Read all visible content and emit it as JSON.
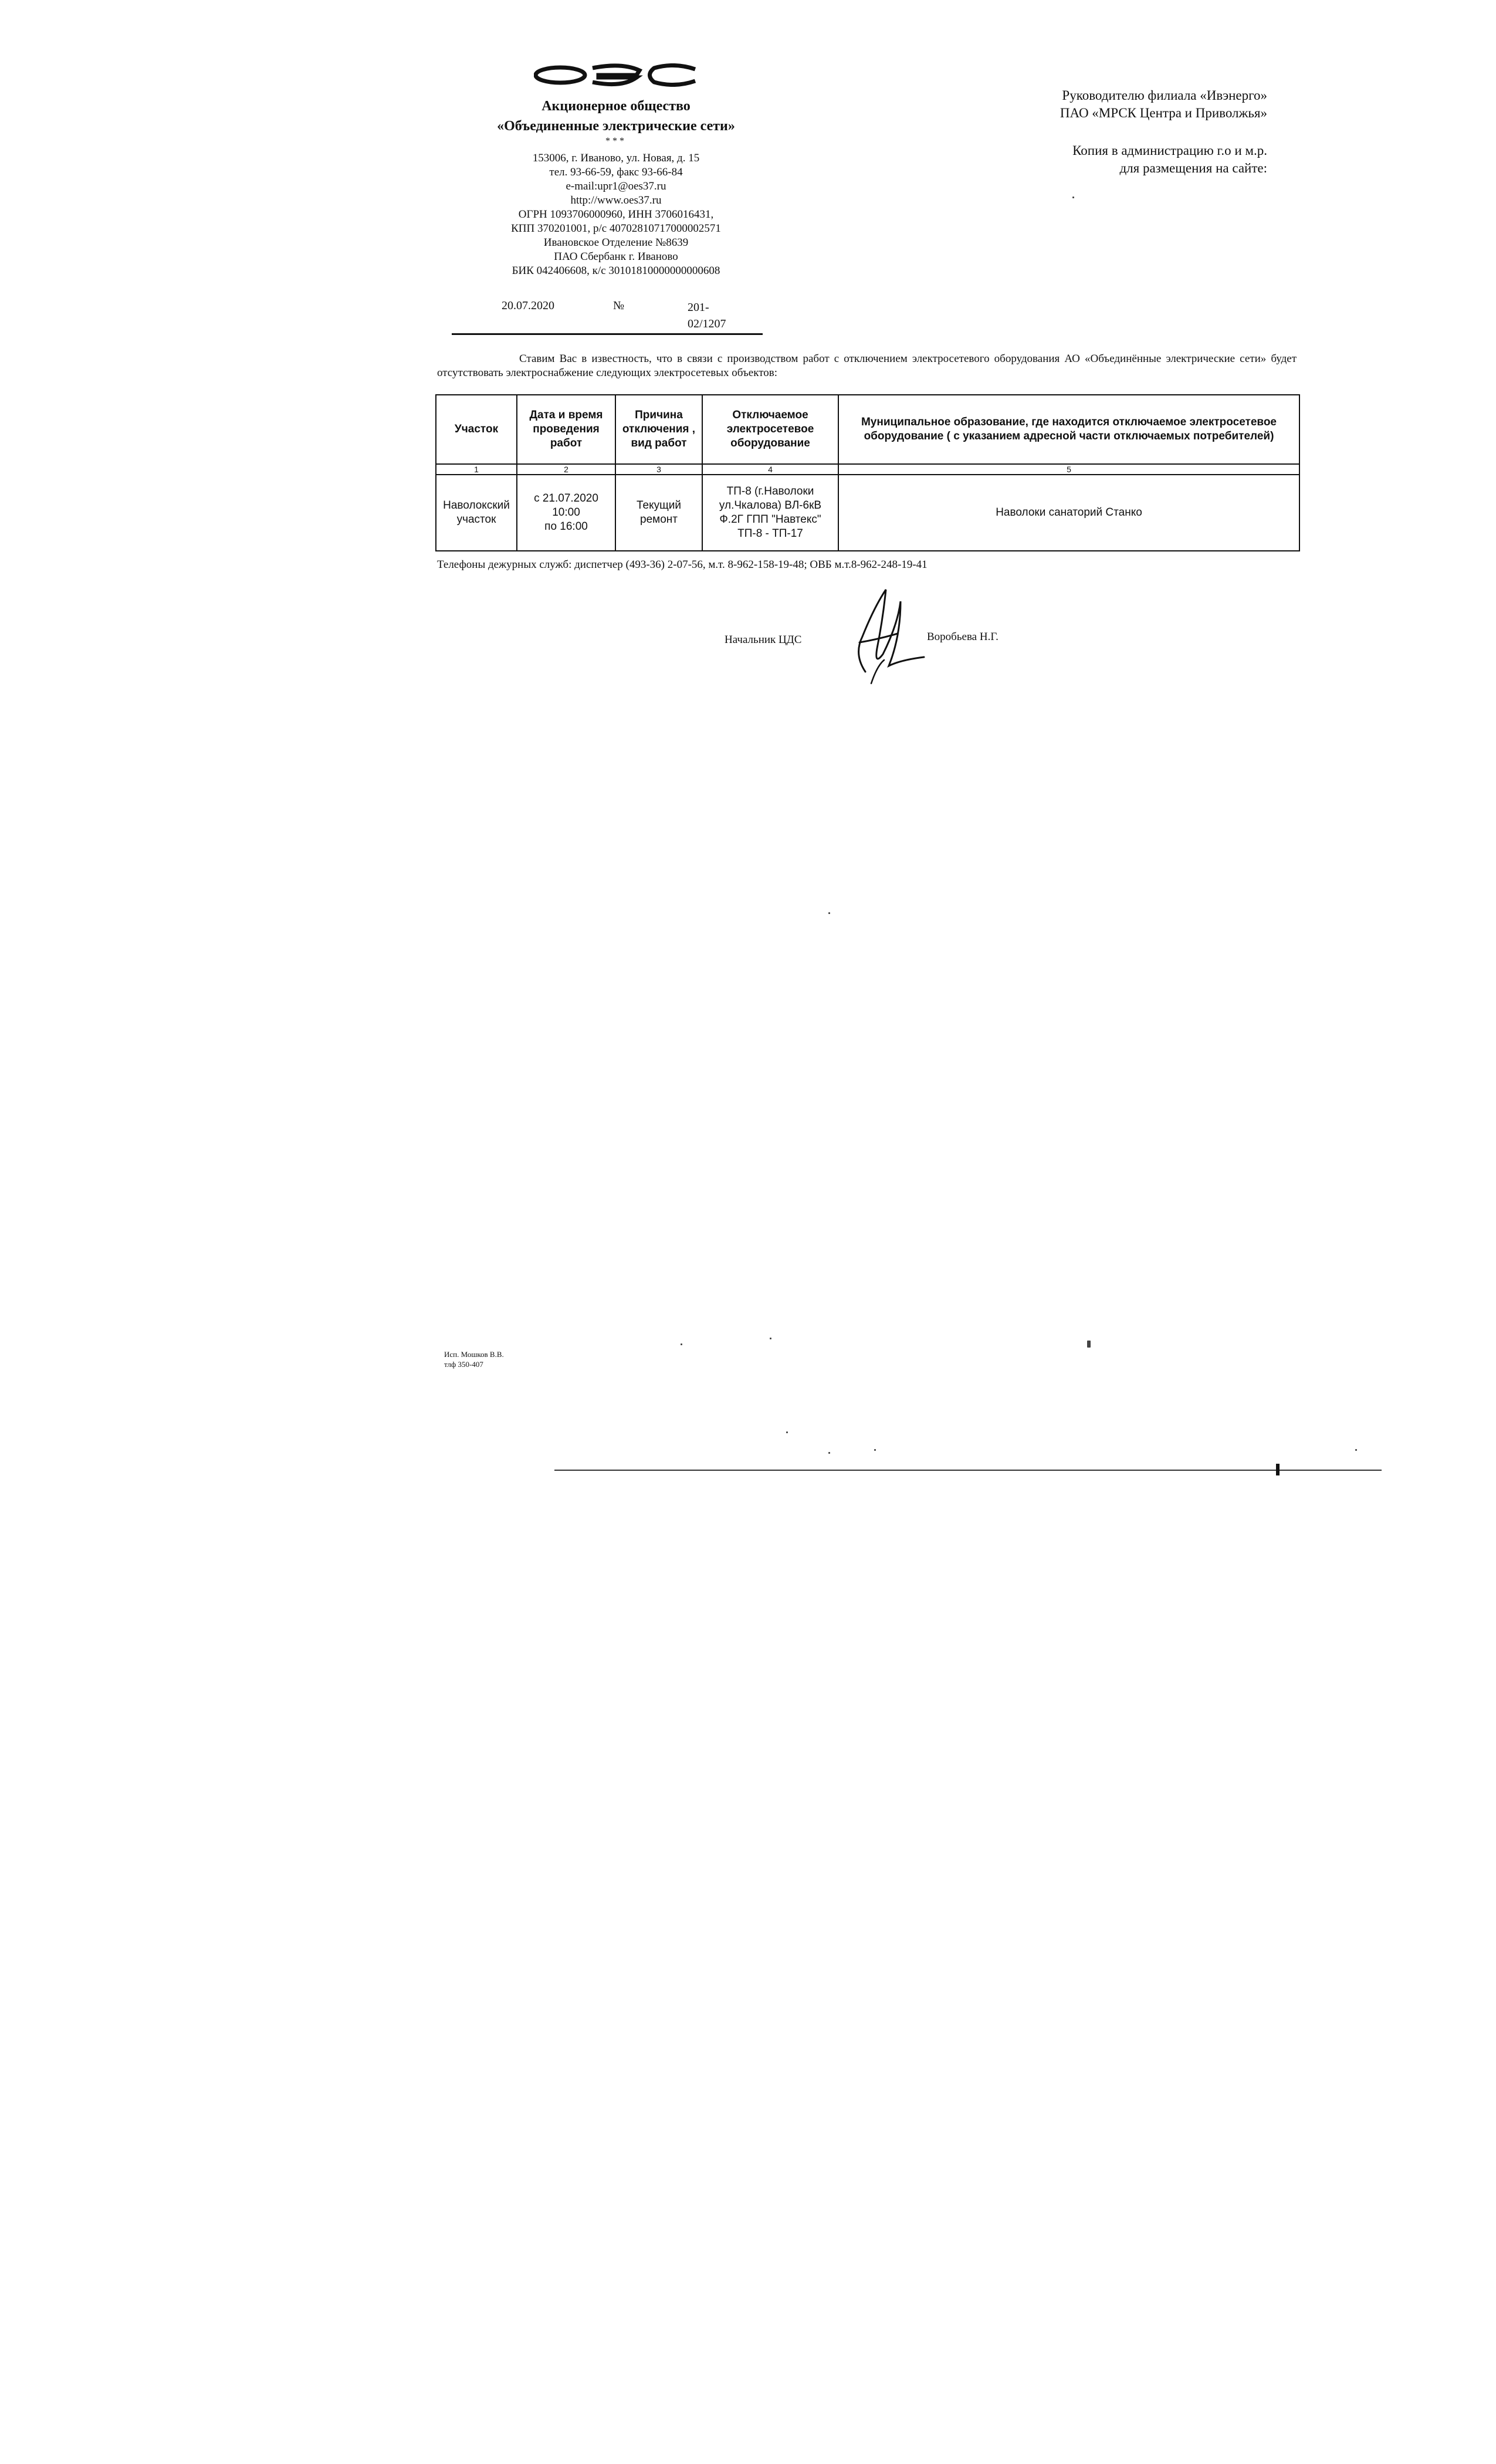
{
  "letterhead": {
    "logo_text": "ОЭС",
    "org_type": "Акционерное общество",
    "org_name": "«Объединенные электрические сети»",
    "stars": "***",
    "address": "153006, г. Иваново, ул. Новая, д. 15",
    "phone_fax": "тел. 93-66-59, факс 93-66-84",
    "email": "e-mail:upr1@oes37.ru",
    "website": "http://www.oes37.ru",
    "ogrn_inn": "ОГРН 1093706000960, ИНН  3706016431,",
    "kpp_account": "КПП 370201001,  р/с 40702810717000002571",
    "bank_branch": "Ивановское Отделение №8639",
    "bank_name": "ПАО Сбербанк г. Иваново",
    "bik": "БИК 042406608, к/с 30101810000000000608"
  },
  "document": {
    "date": "20.07.2020",
    "number_label": "№",
    "number_line1": "201-",
    "number_line2": "02/1207"
  },
  "addressee": {
    "line1": "Руководителю филиала «Ивэнерго»",
    "line2": "ПАО «МРСК Центра и Приволжья»",
    "copy_line1": "Копия в администрацию г.о и м.р.",
    "copy_line2": "для размещения на сайте:"
  },
  "intro_text": "Ставим Вас в известность, что в связи с производством работ с отключением электросетевого оборудования АО «Объединённые электрические сети» будет отсутствовать электроснабжение следующих электросетевых объектов:",
  "table": {
    "headers": [
      "Участок",
      "Дата и время проведения работ",
      "Причина отключения , вид работ",
      "Отключаемое электросетевое оборудование",
      "Муниципальное образование, где находится отключаемое электросетевое оборудование ( с указанием адресной части отключаемых потребителей)"
    ],
    "numbers": [
      "1",
      "2",
      "3",
      "4",
      "5"
    ],
    "rows": [
      {
        "site": "Наволокский участок",
        "datetime_line1": "с 21.07.2020",
        "datetime_line2": "10:00",
        "datetime_line3": "по 16:00",
        "reason": "Текущий ремонт",
        "equipment": "ТП-8 (г.Наволоки ул.Чкалова) ВЛ-6кВ Ф.2Г ГПП \"Навтекс\" ТП-8 - ТП-17",
        "municipality": "Наволоки санаторий Станко"
      }
    ]
  },
  "phones": "Телефоны дежурных служб: диспетчер (493-36) 2-07-56, м.т. 8-962-158-19-48; ОВБ м.т.8-962-248-19-41",
  "signature": {
    "title": "Начальник ЦДС",
    "name": "Воробьева Н.Г."
  },
  "executor": {
    "line1": "Исп. Мошков В.В.",
    "line2": "тлф 350-407"
  }
}
